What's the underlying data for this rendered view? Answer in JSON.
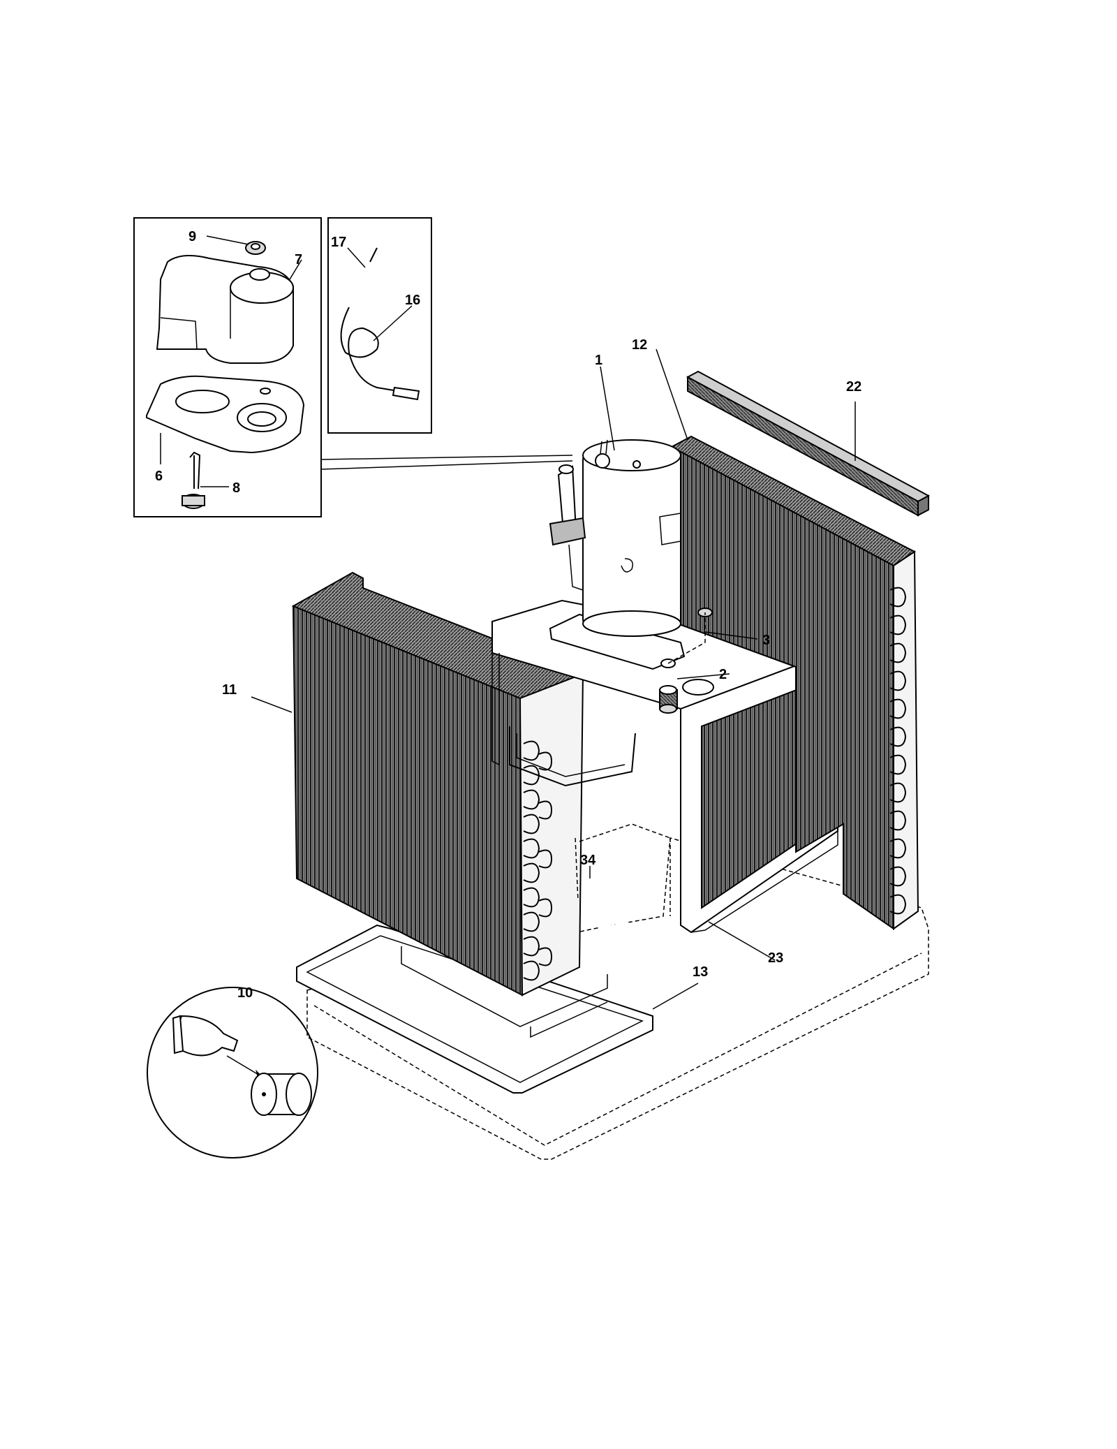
{
  "callouts": {
    "c1": "1",
    "c2": "2",
    "c3": "3",
    "c6": "6",
    "c7": "7",
    "c8": "8",
    "c9": "9",
    "c10": "10",
    "c11": "11",
    "c12": "12",
    "c13": "13",
    "c16": "16",
    "c17": "17",
    "c22": "22",
    "c23": "23",
    "c34": "34"
  },
  "colors": {
    "line": "#000000",
    "coil_fill": "#5a5a5a",
    "background": "#ffffff"
  }
}
